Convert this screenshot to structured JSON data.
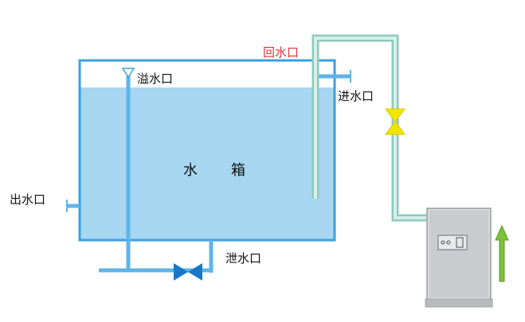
{
  "labels": {
    "return_water": "回水口",
    "overflow": "溢水口",
    "inlet": "进水口",
    "outlet": "出水口",
    "drain": "泄水口",
    "tank_char1": "水",
    "tank_char2": "箱"
  },
  "colors": {
    "tank_border": "#3aa0e0",
    "water_fill": "#a7d6f0",
    "pipe_blue": "#5fb4e8",
    "pipe_green": "#a9d8d0",
    "valve_yellow": "#f2e600",
    "valve_blue": "#1877c9",
    "return_label": "#e0323a",
    "arrow_green": "#7cc13a",
    "device_gray": "#c9cbcf"
  },
  "icons": {
    "overflow_marker": "triangle-down-icon",
    "inlet_valve": "butterfly-valve-icon",
    "drain_valve": "butterfly-valve-icon",
    "flow_arrow": "up-arrow-icon",
    "device_panel": "control-panel-icon"
  }
}
